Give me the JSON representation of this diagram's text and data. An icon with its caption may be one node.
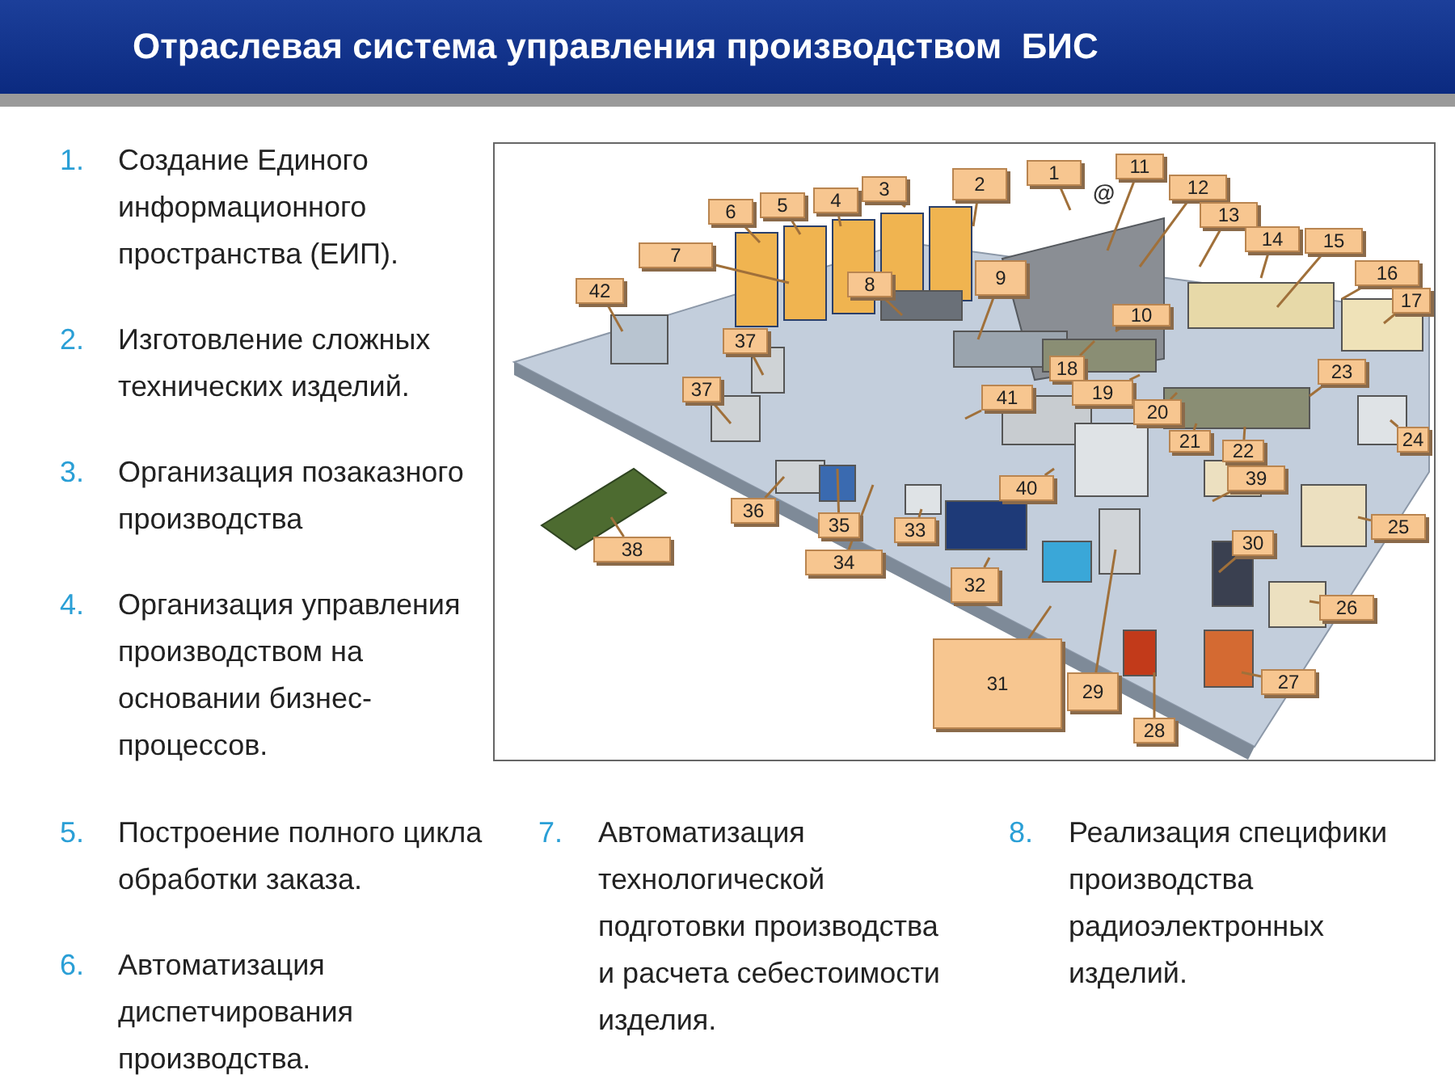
{
  "diagram": {
    "title": "Отраслевая система управления производством  БИС",
    "nodes": [
      {
        "text": [
          "1"
        ]
      },
      {
        "text": [
          "2"
        ]
      },
      {
        "text": [
          "3"
        ]
      },
      {
        "text": [
          "4"
        ]
      },
      {
        "text": [
          "5"
        ]
      },
      {
        "text": [
          "6"
        ]
      },
      {
        "text": [
          "7"
        ]
      },
      {
        "text": [
          "8"
        ]
      },
      {
        "text": [
          "9"
        ]
      },
      {
        "text": [
          "10"
        ]
      },
      {
        "text": [
          "11"
        ]
      },
      {
        "text": [
          "12"
        ]
      },
      {
        "text": [
          "13"
        ]
      },
      {
        "text": [
          "14"
        ]
      },
      {
        "text": [
          "15"
        ]
      },
      {
        "text": [
          "16"
        ]
      },
      {
        "text": [
          "17"
        ]
      },
      {
        "text": [
          "18"
        ]
      },
      {
        "text": [
          "19"
        ]
      },
      {
        "text": [
          "20"
        ]
      },
      {
        "text": [
          "21"
        ]
      },
      {
        "text": [
          "22"
        ]
      },
      {
        "text": [
          "23"
        ]
      },
      {
        "text": [
          "24"
        ]
      },
      {
        "text": [
          "25"
        ]
      },
      {
        "text": [
          "26"
        ]
      },
      {
        "text": [
          "27"
        ]
      },
      {
        "text": [
          "28"
        ]
      },
      {
        "text": [
          "29"
        ]
      },
      {
        "text": [
          "30"
        ]
      },
      {
        "text": [
          "31"
        ]
      },
      {
        "text": [
          "32"
        ]
      },
      {
        "text": [
          "33"
        ]
      },
      {
        "text": [
          "34"
        ]
      },
      {
        "text": [
          "35"
        ]
      },
      {
        "text": [
          "36"
        ]
      },
      {
        "text": [
          "37"
        ]
      },
      {
        "text": [
          "37"
        ]
      },
      {
        "text": [
          "38"
        ]
      },
      {
        "text": [
          "39"
        ]
      },
      {
        "text": [
          "40"
        ]
      },
      {
        "text": [
          "41"
        ]
      },
      {
        "text": [
          "42"
        ]
      }
    ],
    "edges": [
      {
        "from": 0,
        "to": null,
        "arrow": "none"
      },
      {
        "from": 1,
        "to": null,
        "arrow": "none"
      },
      {
        "from": 2,
        "to": null,
        "arrow": "none"
      },
      {
        "from": 3,
        "to": null,
        "arrow": "none"
      },
      {
        "from": 4,
        "to": null,
        "arrow": "none"
      },
      {
        "from": 5,
        "to": null,
        "arrow": "none"
      },
      {
        "from": 6,
        "to": null,
        "arrow": "none"
      },
      {
        "from": 7,
        "to": null,
        "arrow": "none"
      },
      {
        "from": 8,
        "to": null,
        "arrow": "none"
      },
      {
        "from": 9,
        "to": null,
        "arrow": "none"
      },
      {
        "from": 10,
        "to": null,
        "arrow": "none"
      },
      {
        "from": 11,
        "to": null,
        "arrow": "none"
      },
      {
        "from": 12,
        "to": null,
        "arrow": "none"
      },
      {
        "from": 13,
        "to": null,
        "arrow": "none"
      },
      {
        "from": 14,
        "to": null,
        "arrow": "none"
      },
      {
        "from": 15,
        "to": null,
        "arrow": "none"
      },
      {
        "from": 16,
        "to": null,
        "arrow": "none"
      },
      {
        "from": 17,
        "to": null,
        "arrow": "none"
      },
      {
        "from": 18,
        "to": null,
        "arrow": "none"
      },
      {
        "from": 19,
        "to": null,
        "arrow": "none"
      },
      {
        "from": 20,
        "to": null,
        "arrow": "none"
      },
      {
        "from": 21,
        "to": null,
        "arrow": "none"
      },
      {
        "from": 22,
        "to": null,
        "arrow": "none"
      },
      {
        "from": 23,
        "to": null,
        "arrow": "none"
      },
      {
        "from": 24,
        "to": null,
        "arrow": "none"
      },
      {
        "from": 25,
        "to": null,
        "arrow": "none"
      },
      {
        "from": 26,
        "to": null,
        "arrow": "none"
      },
      {
        "from": 27,
        "to": null,
        "arrow": "none"
      },
      {
        "from": 28,
        "to": null,
        "arrow": "none"
      },
      {
        "from": 29,
        "to": null,
        "arrow": "none"
      },
      {
        "from": 30,
        "to": null,
        "arrow": "none"
      },
      {
        "from": 31,
        "to": null,
        "arrow": "none"
      },
      {
        "from": 32,
        "to": null,
        "arrow": "none"
      },
      {
        "from": 33,
        "to": null,
        "arrow": "none"
      },
      {
        "from": 34,
        "to": null,
        "arrow": "none"
      },
      {
        "from": 35,
        "to": null,
        "arrow": "none"
      },
      {
        "from": 36,
        "to": null,
        "arrow": "none"
      },
      {
        "from": 37,
        "to": null,
        "arrow": "none"
      },
      {
        "from": 38,
        "to": null,
        "arrow": "none"
      },
      {
        "from": 39,
        "to": null,
        "arrow": "none"
      },
      {
        "from": 40,
        "to": null,
        "arrow": "none"
      },
      {
        "from": 41,
        "to": null,
        "arrow": "none"
      },
      {
        "from": 42,
        "to": null,
        "arrow": "none"
      }
    ],
    "labels": [
      "1.",
      "Создание Единого информационного пространства (ЕИП).",
      "2.",
      "Изготовление сложных технических изделий.",
      "3.",
      "Организация позаказного производства",
      "4.",
      "Организация управления производством на основании бизнес-процессов.",
      "@",
      "5.",
      "Построение полного цикла обработки заказа.",
      "7.",
      "Автоматизация технологической подготовки производства и расчета себестоимости изделия.",
      "8.",
      "Реализация специфики производства радиоэлектронных изделий.",
      "6.",
      "Автоматизация диспетчирования производства."
    ]
  }
}
